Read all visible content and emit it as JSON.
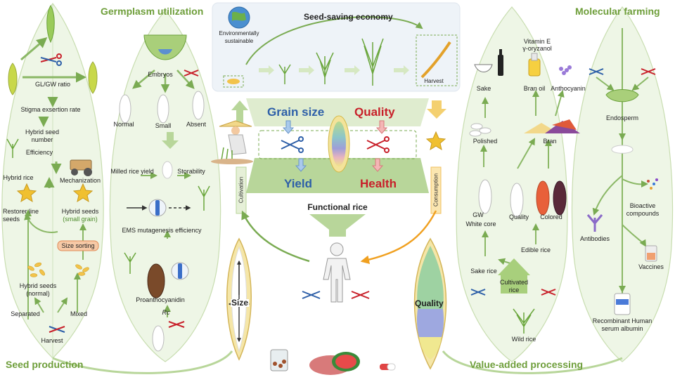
{
  "sections": {
    "germplasm": "Germplasm utilization",
    "molecular": "Molecular farming",
    "seed_production": "Seed production",
    "value_added": "Value-added processing",
    "seed_saving": "Seed-saving economy"
  },
  "seed_production": {
    "gl_gw_ratio": "GL/GW ratio",
    "stigma": "Stigma exsertion rate",
    "hybrid_seed_number": "Hybrid seed\nnumber",
    "efficiency": "Efficiency",
    "hybrid_rice": "Hybrid rice",
    "mechanization": "Mechanization",
    "restorer": "Restorer line\nseeds",
    "hybrid_small": "Hybrid seeds",
    "small_grain": "(small grain)",
    "size_sorting": "Size sorting",
    "hybrid_normal": "Hybrid seeds\n(normal)",
    "separated": "Separated",
    "mixed": "Mixed",
    "harvest": "Harvest"
  },
  "germplasm": {
    "embryos": "Embryos",
    "normal": "Normal",
    "small": "Small",
    "absent": "Absent",
    "milled": "Milled rice yield",
    "storability": "Storability",
    "ems": "EMS mutagenesis efficiency",
    "proantho": "Proanthocyanidin",
    "rc": "Rc"
  },
  "center": {
    "env": "Environmentally\nsustainable",
    "harvest": "Harvest",
    "grain_size": "Grain size",
    "quality": "Quality",
    "yield": "Yield",
    "health": "Health",
    "functional": "Functional rice",
    "cultivation": "Cultivation",
    "consumption": "Consumption",
    "size": "Size",
    "quality_grain": "Quality"
  },
  "value_added": {
    "vitamin": "Vitamin E",
    "oryzanol": "γ-oryzanol",
    "sake": "Sake",
    "bran_oil": "Bran oil",
    "anthocyanin": "Anthocyanin",
    "polished": "Polished",
    "bran": "Bran",
    "gw": "GW",
    "white_core": "White core",
    "quality": "Quality",
    "colored": "Colored",
    "edible": "Edible rice",
    "sake_rice": "Sake rice",
    "cultivated": "Cultivated\nrice",
    "wild": "Wild rice"
  },
  "molecular": {
    "endosperm": "Endosperm",
    "bioactive": "Bioactive\ncompounds",
    "antibodies": "Antibodies",
    "vaccines": "Vaccines",
    "albumin": "Recombinant Human\nserum albumin"
  },
  "colors": {
    "section_green": "#6e9e3a",
    "grain_size_blue": "#2d5fa8",
    "quality_red": "#c8202a",
    "yield_blue": "#2d5fa8",
    "health_red": "#c8202a",
    "arrow_green": "#8bb866",
    "arrow_orange": "#f0a020"
  }
}
